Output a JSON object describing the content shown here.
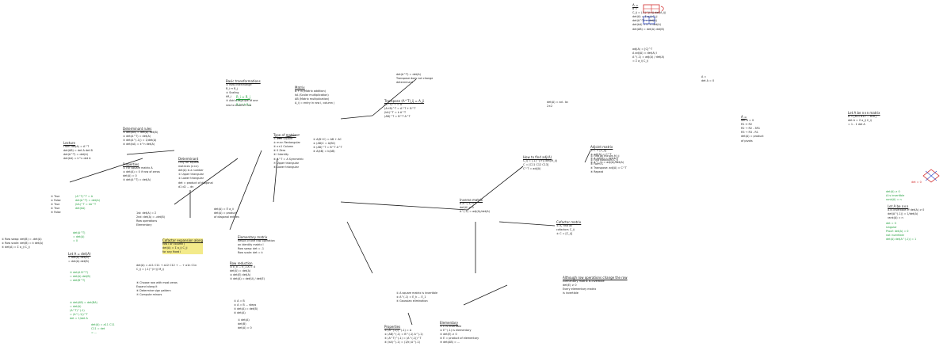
{
  "colors": {
    "ink": "#1a1a1a",
    "green": "#1f9e3a",
    "red": "#d22a2a",
    "blue": "#2a46c8",
    "highlight": "#f3ea8a"
  },
  "notes": [
    {
      "id": "matrix-sketch",
      "color": "ink",
      "lines": [
        "A =",
        "B =",
        "C_ij = (-1)^(i+j) det(A_ij)",
        "det(A) = Σ a_ij C_ij",
        "det(A^T) = det(A)",
        "det(kA) = k^n det(A)",
        "det(AB) = det(A) det(B)"
      ]
    },
    {
      "id": "adjoint-block",
      "color": "ink",
      "lines": [
        "adj(A) = [C]^T",
        "A adj(A) = det(A) I",
        "A^(-1) = adj(A) / det(A)",
        "= Σ a_ij C_ij"
      ]
    },
    {
      "id": "inverse-grid",
      "color": "ink",
      "lines": [
        "A =",
        "det A = 0"
      ]
    },
    {
      "id": "nxn-matrix",
      "color": "ink",
      "lines": [
        "Let A be n×n matrix",
        "A = [a11 a12 ... a1n]",
        "det A = Σ a_ij C_ij",
        "= 1 - 1 det A"
      ]
    },
    {
      "id": "nxn-green",
      "color": "green",
      "lines": [
        "det(A) ≠ 0",
        "A is invertible",
        "rank(A) = n"
      ]
    },
    {
      "id": "lattice-left",
      "color": "ink",
      "lines": [
        "Lecture",
        "From det(A) = A^T",
        "det(AB) = det A det B",
        "det(A^T) = det(A)",
        "det(kA) = k^n det A"
      ]
    },
    {
      "id": "true-false",
      "color": "ink",
      "lines": [
        "① True",
        "② False",
        "③ True",
        "④ True",
        "⑤ False"
      ]
    },
    {
      "id": "true-false-green",
      "color": "green",
      "lines": [
        "(A^T)^T = A",
        "det(A^T) = det(A)",
        "(kA)^T = kA^T",
        "det(kA)"
      ]
    },
    {
      "id": "left-steps",
      "color": "ink",
      "lines": [
        "① Row swap: det(B) = -det(A)",
        "② Row scale: det(B) = k det(A)",
        "③ det(A) = Σ a_ij C_ij"
      ]
    },
    {
      "id": "left-middle",
      "color": "ink",
      "lines": [
        "Let A = det(A)",
        "= det(A) det(B)",
        "= det(A) det(B)"
      ]
    },
    {
      "id": "left-green-a",
      "color": "green",
      "lines": [
        "det(A^T)",
        "= det(A)",
        "= 0"
      ]
    },
    {
      "id": "left-green-b",
      "color": "green",
      "lines": [
        "① det(A B^T)",
        "= det(A) det(B)",
        "= det(B^T)"
      ]
    },
    {
      "id": "left-green-c",
      "color": "green",
      "lines": [
        "② det(AB) = det(BA)",
        "= det(A)",
        "(A^T)^(-1)",
        "= (A^(-1))^T",
        "det = 1/det A"
      ]
    },
    {
      "id": "determinant-rules",
      "color": "ink",
      "lines": [
        "Determinant rules",
        "① det(AB) = det(A) det(B)",
        "② det(A^T) = det(A)",
        "③ det(A^(-1)) = 1/det(A)",
        "④ det(kA) = k^n det(A)"
      ]
    },
    {
      "id": "det-properties",
      "color": "ink",
      "lines": [
        "Properties",
        "① For square matrix A",
        "② det(A) = 0 if row of zeros",
        "det(A) = 0",
        "③ det(A^T) = det(A)"
      ]
    },
    {
      "id": "det-row-ops",
      "color": "ink",
      "lines": [
        "1st: det(A) = Σ",
        "2nd: det(A) = -det(B)",
        "Row operations",
        "Elementary"
      ]
    },
    {
      "id": "highlight-block",
      "color": "ink",
      "lines": [
        "Cofactor expansion along",
        "row i or column j",
        "det(A) = Σ a_ij C_ij",
        "for any fixed i"
      ],
      "highlight": true
    },
    {
      "id": "cofactor-formula",
      "color": "ink",
      "lines": [
        "det(A) = a11 C11 + a12 C12 + ... + a1n C1n",
        "C_ij = (-1)^(i+j) M_ij"
      ]
    },
    {
      "id": "choose-row",
      "color": "ink",
      "lines": [
        "⑤ Choose row with most zeros",
        "Expand along it",
        "⑥ Determine sign pattern",
        "⑦ Compute minors"
      ]
    },
    {
      "id": "cofactor-green",
      "color": "green",
      "lines": [
        "det(A) = a11 C11",
        "C11 = det",
        "= ..."
      ]
    },
    {
      "id": "determinant-center",
      "color": "ink",
      "lines": [
        "Determinant",
        "Only for square",
        "matrices (n×n)",
        "det(A) is a number",
        "① Upper triangular",
        "② Lower triangular",
        "det = product of diagonal",
        "d1 d2 ... dn"
      ]
    },
    {
      "id": "products",
      "color": "ink",
      "lines": [
        "det(A) = Π a_ii",
        "det(A) = product",
        "of diagonal entries"
      ]
    },
    {
      "id": "elementary-matrix",
      "color": "ink",
      "lines": [
        "Elementary matrix",
        "Result of one row operation",
        "on identity matrix I",
        "Row swap: det = -1",
        "Row scale: det = k"
      ]
    },
    {
      "id": "row-reduction",
      "color": "ink",
      "lines": [
        "Row reduction",
        "① E_k ... E_1 A = U",
        "det(U) = det(A)",
        "② det(E) det(A)",
        "③ det(A) = det(U) / det(E)"
      ]
    },
    {
      "id": "row-green",
      "color": "ink",
      "lines": [
        "① A = B",
        "② A = B ... steps",
        "③ det(A) = det(B)",
        "④ det(A)"
      ]
    },
    {
      "id": "row-green-b",
      "color": "ink",
      "lines": [
        "① det(A)",
        "det(B)",
        "det(A) = 0"
      ]
    },
    {
      "id": "basic-transformations",
      "color": "ink",
      "lines": [
        "Basic transformations",
        "① Row interchange",
        "R_i ↔ R_j",
        "② Scaling",
        "kR_i",
        "③ Add a multiple of one",
        "row to another row"
      ]
    },
    {
      "id": "basic-green",
      "color": "green",
      "lines": [
        "R_i ↔ R_j",
        "k R_i",
        "R_i + k R_j"
      ]
    },
    {
      "id": "matrix-types",
      "color": "ink",
      "lines": [
        "Type of matrix",
        "① n×n  Square",
        "② m×n  Rectangular",
        "③ n×1  Column",
        "④ 0  Zero",
        "⑤ I  Identity",
        "⑥ A^T = A  Symmetric",
        "⑦ Upper triangular",
        "⑧ Lower triangular"
      ]
    },
    {
      "id": "matrix-ops",
      "color": "ink",
      "lines": [
        "Matrix",
        "A + B  (Matrix addition)",
        "kA  (Scalar multiplication)",
        "AB  (Matrix multiplication)",
        "A_ij = entry in row i, column j"
      ]
    },
    {
      "id": "matrix-laws",
      "color": "ink",
      "lines": [
        "① A(B+C) = AB + AC",
        "② (AB)C = A(BC)",
        "③ (AB)^T = B^T A^T",
        "④ A(kB) = k(AB)"
      ]
    },
    {
      "id": "transpose",
      "color": "ink",
      "lines": [
        "Transpose (A^T)_ij = A_ji",
        "(A^T)^T = A",
        "(A+B)^T = A^T + B^T",
        "(kA)^T = k A^T",
        "(AB)^T = B^T A^T"
      ]
    },
    {
      "id": "transpose-head",
      "color": "ink",
      "lines": [
        "det(A^T) = det(A)",
        "Transpose does not change",
        "determinant"
      ]
    },
    {
      "id": "square-2x2",
      "color": "ink",
      "lines": [
        "det(A) = ad - bc",
        "2×2"
      ]
    },
    {
      "id": "adjoint-matrix",
      "color": "ink",
      "lines": [
        "Adjoint matrix",
        "① C = [C_ij]",
        "② adj(A) = C^T",
        "③ A adj(A) = det(A) I",
        "④ A^(-1) = adj(A)/det(A)"
      ]
    },
    {
      "id": "cofactor-matrix",
      "color": "ink",
      "lines": [
        "Cofactor matrix",
        "① A, find all",
        "cofactors C_ij",
        "② C = [C_ij]"
      ]
    },
    {
      "id": "adjoint-center",
      "color": "ink",
      "lines": [
        "How to find adj(A)",
        "C_ij = (-1)^(i+j) det(M_ij)",
        "C = [C11 C12 C13]",
        "C^T = adj(A)"
      ]
    },
    {
      "id": "adjoint-steps",
      "color": "ink",
      "lines": [
        "① Find all minors M_ij",
        "② Find cofactors C_ij",
        "③ Form C",
        "④ Transpose: adj(A) = C^T",
        "⑤ Repeat"
      ]
    },
    {
      "id": "inverse-block",
      "color": "ink",
      "lines": [
        "Inverse matrix",
        "A A^(-1) = I",
        "det(A) ≠ 0",
        "A^(-1) = adj(A)/det(A)"
      ]
    },
    {
      "id": "inverse-column",
      "color": "ink",
      "lines": [
        "A =",
        "det A = 0",
        "R1 ↔ R2",
        "R2 → R2 - 3R1",
        "R3 → R3 - R1",
        "det(A) = product",
        "of pivots"
      ]
    },
    {
      "id": "elimination",
      "color": "ink",
      "lines": [
        "Although row operations change the row",
        "Elementary matrix is invertible",
        "det(E) ≠ 0",
        "Every elementary matrix",
        "is invertible"
      ]
    },
    {
      "id": "bottom-props",
      "color": "ink",
      "lines": [
        "① A square matrix is invertible",
        "② A^(-1) = E_k ... E_1",
        "③ Gaussian elimination"
      ]
    },
    {
      "id": "bottom-properties",
      "color": "ink",
      "lines": [
        "Properties",
        "① (A^(-1))^(-1) = A",
        "② (AB)^(-1) = B^(-1) A^(-1)",
        "③ (A^T)^(-1) = (A^(-1))^T",
        "④ (kA)^(-1) = (1/k) A^(-1)"
      ]
    },
    {
      "id": "bottom-elementary",
      "color": "ink",
      "lines": [
        "Elementary",
        "① E is invertible",
        "② E^(-1) is elementary",
        "③ det(E) ≠ 0",
        "④ E = product of elementary",
        "⑤ det(AB) = ..."
      ]
    },
    {
      "id": "inverse-right",
      "color": "ink",
      "lines": [
        "Let A be n×n",
        "A is invertible iff det(A) ≠ 0",
        "det(A^(-1)) = 1/det(A)",
        "rank(A) = n"
      ]
    },
    {
      "id": "right-green",
      "color": "green",
      "lines": [
        "det = 0",
        "singular",
        "Proof: det(A) = 0",
        "not invertible",
        "det(A) det(A^(-1)) = 1"
      ]
    },
    {
      "id": "right-red-label",
      "color": "red",
      "lines": [
        "det = 0"
      ]
    }
  ]
}
